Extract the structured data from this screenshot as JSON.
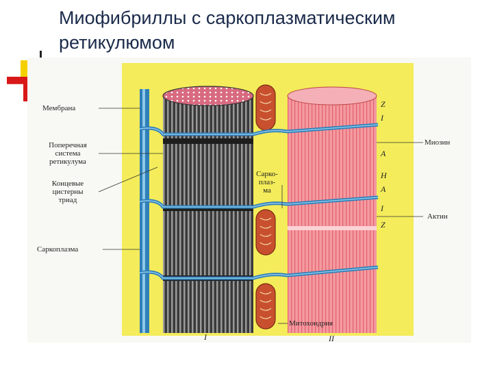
{
  "slide": {
    "title_line1": "Миофибриллы с саркоплазматическим",
    "title_line2": "ретикулюмом"
  },
  "figure": {
    "labels": {
      "membrane": "Мембрана",
      "transverse_1": "Поперечная",
      "transverse_2": "система",
      "transverse_3": "ретикулума",
      "cisterns_1": "Концевые",
      "cisterns_2": "цистерны",
      "cisterns_3": "триад",
      "sarcoplasm_left": "Саркоплазма",
      "sarcoplasm_mid_1": "Сарко-",
      "sarcoplasm_mid_2": "плаз-",
      "sarcoplasm_mid_3": "ма",
      "myosin": "Миозин",
      "actin": "Актин",
      "mitochondrion": "Митохондрия",
      "roman_1": "I",
      "roman_2": "II"
    },
    "band_letters": [
      "Z",
      "I",
      "A",
      "H",
      "A",
      "I",
      "Z"
    ],
    "colors": {
      "background": "#f4ec5a",
      "tubule": "#2f7fb8",
      "tubule_light": "#8ec8ea",
      "left_fibril": "#4a4a4a",
      "left_fibril_top": "#d8607a",
      "right_fibril": "#f08a92",
      "mitochondrion": "#c8502e"
    }
  }
}
